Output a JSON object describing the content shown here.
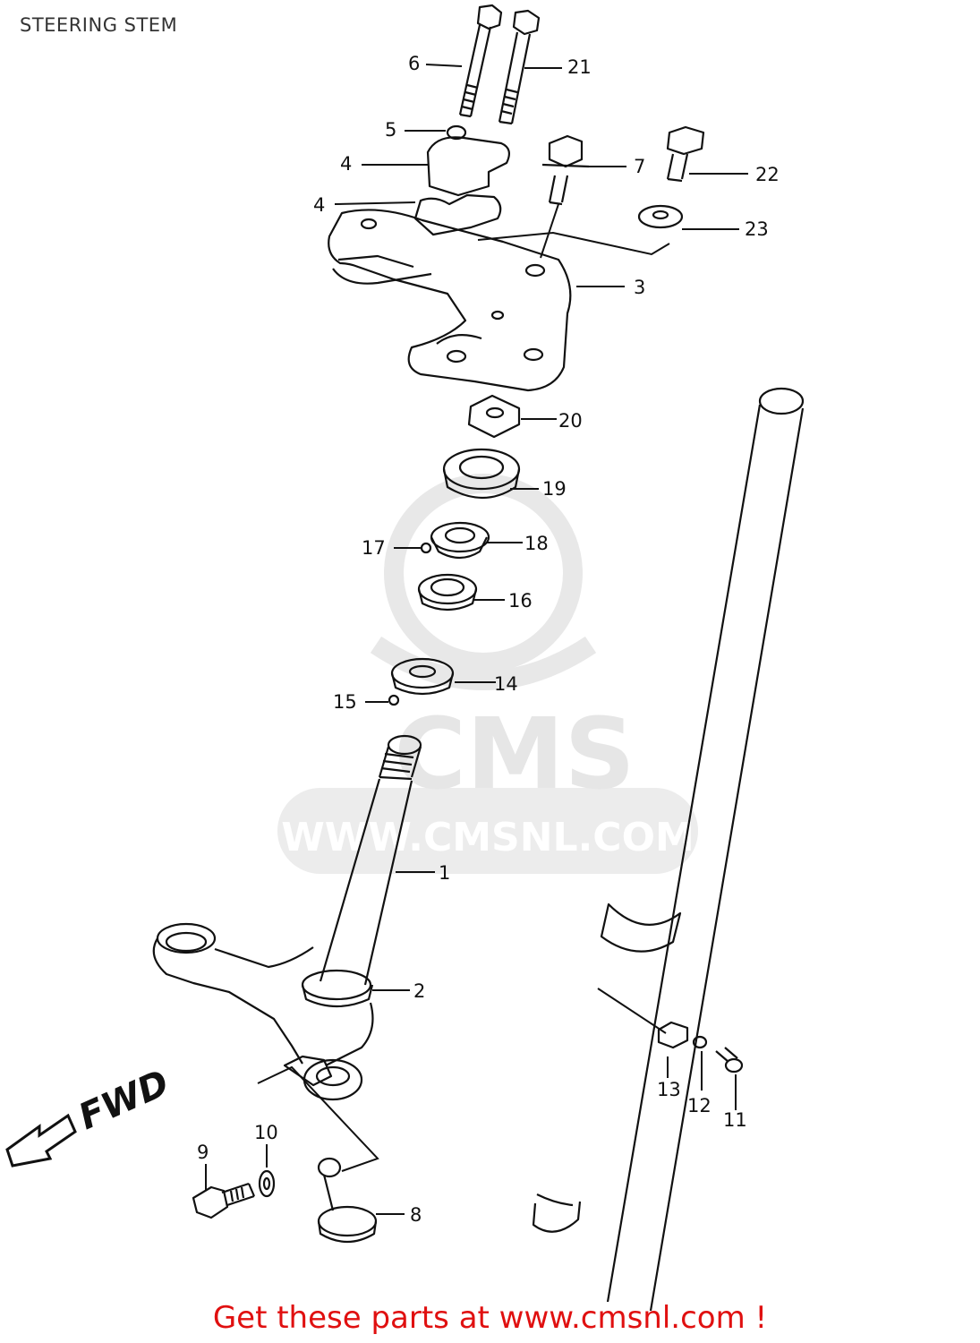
{
  "header": {
    "title": "STEERING STEM"
  },
  "watermark": {
    "brand": "CMS",
    "url": "WWW.CMSNL.COM"
  },
  "fwd_label": "FWD",
  "callouts": [
    {
      "id": "p6",
      "text": "6"
    },
    {
      "id": "p21",
      "text": "21"
    },
    {
      "id": "p5",
      "text": "5"
    },
    {
      "id": "p4a",
      "text": "4"
    },
    {
      "id": "p4b",
      "text": "4"
    },
    {
      "id": "p7",
      "text": "7"
    },
    {
      "id": "p22",
      "text": "22"
    },
    {
      "id": "p23",
      "text": "23"
    },
    {
      "id": "p3",
      "text": "3"
    },
    {
      "id": "p20",
      "text": "20"
    },
    {
      "id": "p19",
      "text": "19"
    },
    {
      "id": "p17",
      "text": "17"
    },
    {
      "id": "p18",
      "text": "18"
    },
    {
      "id": "p16",
      "text": "16"
    },
    {
      "id": "p14",
      "text": "14"
    },
    {
      "id": "p15",
      "text": "15"
    },
    {
      "id": "p1",
      "text": "1"
    },
    {
      "id": "p2",
      "text": "2"
    },
    {
      "id": "p13",
      "text": "13"
    },
    {
      "id": "p12",
      "text": "12"
    },
    {
      "id": "p11",
      "text": "11"
    },
    {
      "id": "p9",
      "text": "9"
    },
    {
      "id": "p10",
      "text": "10"
    },
    {
      "id": "p8",
      "text": "8"
    }
  ],
  "footer": {
    "promo_text": "Get these parts at www.cmsnl.com !"
  },
  "colors": {
    "promo": "#e01010",
    "lines": "#111111",
    "watermark": "#e6e6e6"
  }
}
